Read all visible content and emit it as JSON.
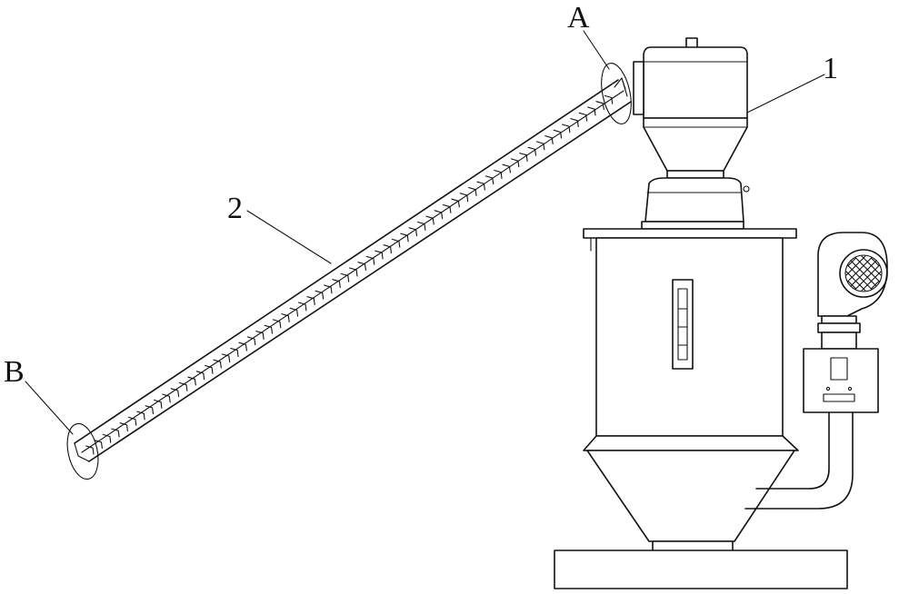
{
  "labels": {
    "label_1": "1",
    "label_2": "2",
    "label_A": "A",
    "label_B": "B"
  },
  "colors": {
    "stroke": "#111111",
    "background": "#ffffff"
  }
}
